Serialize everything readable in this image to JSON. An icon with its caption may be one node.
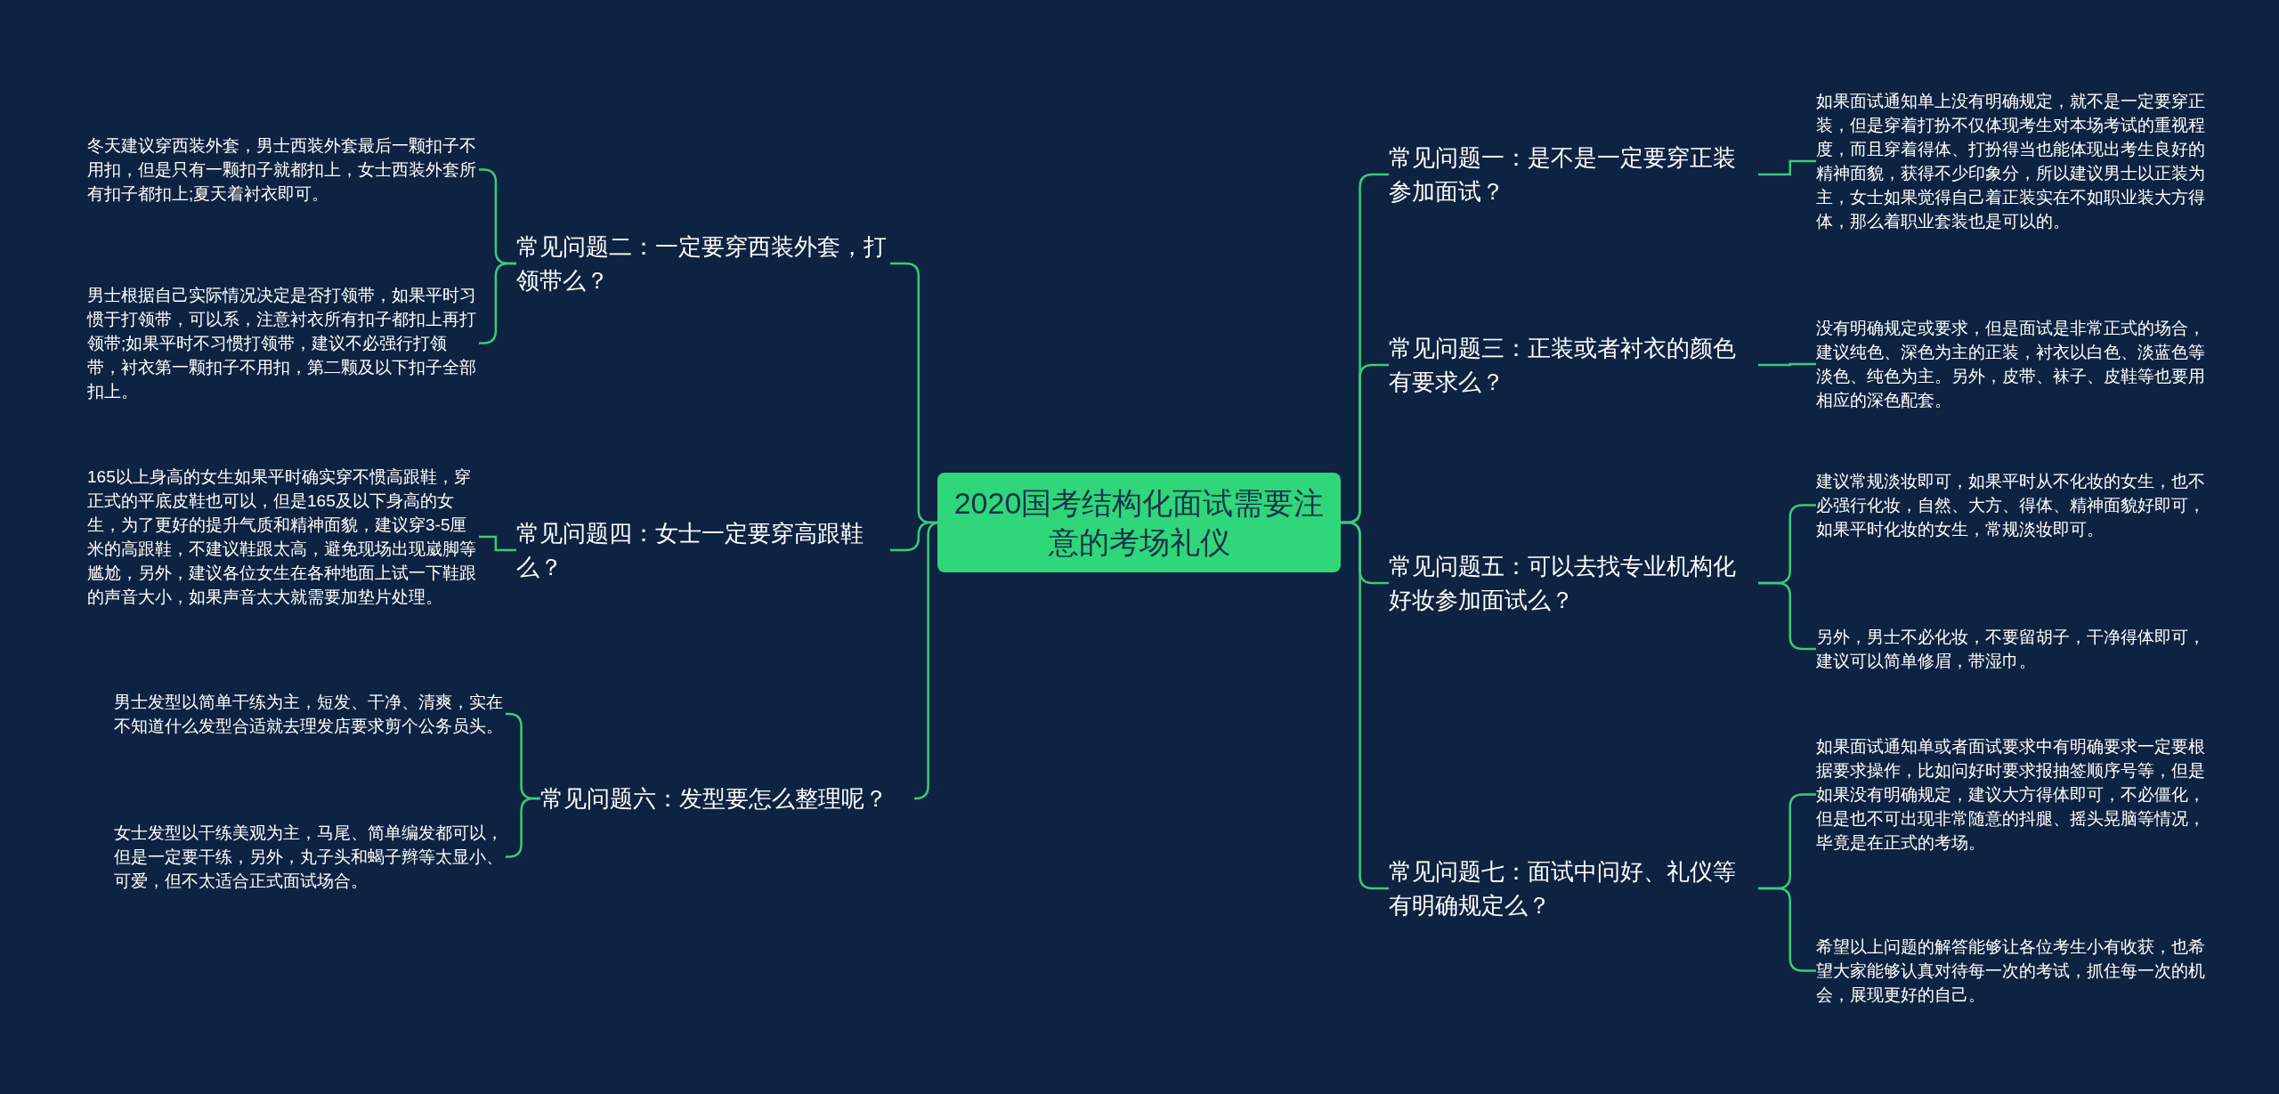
{
  "diagram": {
    "nodes": [
      {
        "text": [
          "2020国考结构化面试需要注意的考场礼仪"
        ]
      },
      {
        "text": [
          "常见问题二：一定要穿西装外套，打领带么？"
        ]
      },
      {
        "text": [
          "常见问题四：女士一定要穿高跟鞋么？"
        ]
      },
      {
        "text": [
          "常见问题六：发型要怎么整理呢？"
        ]
      },
      {
        "text": [
          "常见问题一：是不是一定要穿正装参加面试？"
        ]
      },
      {
        "text": [
          "常见问题三：正装或者衬衣的颜色有要求么？"
        ]
      },
      {
        "text": [
          "常见问题五：可以去找专业机构化好妆参加面试么？"
        ]
      },
      {
        "text": [
          "常见问题七：面试中问好、礼仪等有明确规定么？"
        ]
      },
      {
        "text": [
          "冬天建议穿西装外套，男士西装外套最后一颗扣子不用扣，但是只有一颗扣子就都扣上，女士西装外套所有扣子都扣上;夏天着衬衣即可。"
        ]
      },
      {
        "text": [
          "男士根据自己实际情况决定是否打领带，如果平时习惯于打领带，可以系，注意衬衣所有扣子都扣上再打领带;如果平时不习惯打领带，建议不必强行打领带，衬衣第一颗扣子不用扣，第二颗及以下扣子全部扣上。"
        ]
      },
      {
        "text": [
          "165以上身高的女生如果平时确实穿不惯高跟鞋，穿正式的平底皮鞋也可以，但是165及以下身高的女生，为了更好的提升气质和精神面貌，建议穿3-5厘米的高跟鞋，不建议鞋跟太高，避免现场出现崴脚等尴尬，另外，建议各位女生在各种地面上试一下鞋跟的声音大小，如果声音太大就需要加垫片处理。"
        ]
      },
      {
        "text": [
          "男士发型以简单干练为主，短发、干净、清爽，实在不知道什么发型合适就去理发店要求剪个公务员头。"
        ]
      },
      {
        "text": [
          "女士发型以干练美观为主，马尾、简单编发都可以，但是一定要干练，另外，丸子头和蝎子辫等太显小、可爱，但不太适合正式面试场合。"
        ]
      },
      {
        "text": [
          "如果面试通知单上没有明确规定，就不是一定要穿正装，但是穿着打扮不仅体现考生对本场考试的重视程度，而且穿着得体、打扮得当也能体现出考生良好的精神面貌，获得不少印象分，所以建议男士以正装为主，女士如果觉得自己着正装实在不如职业装大方得体，那么着职业套装也是可以的。"
        ]
      },
      {
        "text": [
          "没有明确规定或要求，但是面试是非常正式的场合，建议纯色、深色为主的正装，衬衣以白色、淡蓝色等淡色、纯色为主。另外，皮带、袜子、皮鞋等也要用相应的深色配套。"
        ]
      },
      {
        "text": [
          "建议常规淡妆即可，如果平时从不化妆的女生，也不必强行化妆，自然、大方、得体、精神面貌好即可，如果平时化妆的女生，常规淡妆即可。"
        ]
      },
      {
        "text": [
          "另外，男士不必化妆，不要留胡子，干净得体即可，建议可以简单修眉，带湿巾。"
        ]
      },
      {
        "text": [
          "如果面试通知单或者面试要求中有明确要求一定要根据要求操作，比如问好时要求报抽签顺序号等，但是如果没有明确规定，建议大方得体即可，不必僵化，但是也不可出现非常随意的抖腿、摇头晃脑等情况，毕竟是在正式的考场。"
        ]
      },
      {
        "text": [
          "希望以上问题的解答能够让各位考生小有收获，也希望大家能够认真对待每一次的考试，抓住每一次的机会，展现更好的自己。"
        ]
      }
    ],
    "edges": [
      {
        "from": 0,
        "to": 1,
        "arrow": "none"
      },
      {
        "from": 0,
        "to": 2,
        "arrow": "none"
      },
      {
        "from": 0,
        "to": 3,
        "arrow": "none"
      },
      {
        "from": 0,
        "to": 4,
        "arrow": "none"
      },
      {
        "from": 0,
        "to": 5,
        "arrow": "none"
      },
      {
        "from": 0,
        "to": 6,
        "arrow": "none"
      },
      {
        "from": 0,
        "to": 7,
        "arrow": "none"
      },
      {
        "from": 1,
        "to": 8,
        "arrow": "none"
      },
      {
        "from": 1,
        "to": 9,
        "arrow": "none"
      },
      {
        "from": 2,
        "to": 10,
        "arrow": "none"
      },
      {
        "from": 3,
        "to": 11,
        "arrow": "none"
      },
      {
        "from": 3,
        "to": 12,
        "arrow": "none"
      },
      {
        "from": 4,
        "to": 13,
        "arrow": "none"
      },
      {
        "from": 5,
        "to": 14,
        "arrow": "none"
      },
      {
        "from": 6,
        "to": 15,
        "arrow": "none"
      },
      {
        "from": 6,
        "to": 16,
        "arrow": "none"
      },
      {
        "from": 7,
        "to": 17,
        "arrow": "none"
      },
      {
        "from": 7,
        "to": 18,
        "arrow": "none"
      }
    ]
  }
}
